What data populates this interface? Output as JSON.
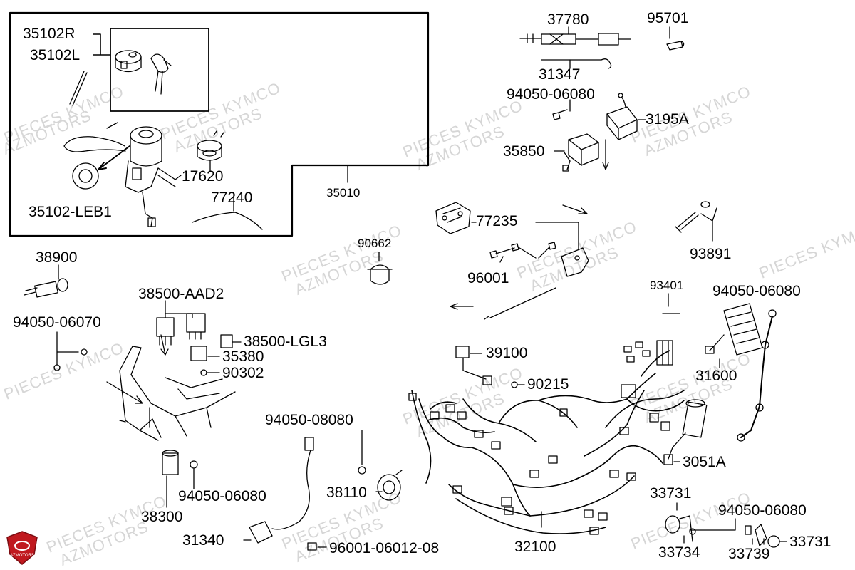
{
  "colors": {
    "logo_red": "#c0191f",
    "watermark": "#d6d6d6",
    "line": "#000000"
  },
  "watermarks": [
    "PIECES KYMCO",
    "AZMOTORS"
  ],
  "logo": {
    "text": "AZMOTORS",
    "icon": "shield-logo-icon"
  },
  "parts": {
    "p35102R": "35102R",
    "p35102L": "35102L",
    "p17620": "17620",
    "p35102LEB1": "35102-LEB1",
    "p77240": "77240",
    "p35010": "35010",
    "p37780": "37780",
    "p95701": "95701",
    "p31347": "31347",
    "p94050_06080_top": "94050-06080",
    "p3195A": "3195A",
    "p35850": "35850",
    "p77235": "77235",
    "p90662": "90662",
    "p96001": "96001",
    "p93891": "93891",
    "p38900": "38900",
    "p94050_06070": "94050-06070",
    "p38500AAD2": "38500-AAD2",
    "p38500LGL3": "38500-LGL3",
    "p35380": "35380",
    "p90302": "90302",
    "p93401": "93401",
    "p94050_06080_right": "94050-06080",
    "p39100": "39100",
    "p90215": "90215",
    "p31600": "31600",
    "p94050_08080": "94050-08080",
    "p38110": "38110",
    "p3051A": "3051A",
    "p94050_06080_left": "94050-06080",
    "p38300": "38300",
    "p31340": "31340",
    "p96001_06012_08": "96001-06012-08",
    "p32100": "32100",
    "p33731_a": "33731",
    "p94050_06080_br": "94050-06080",
    "p33734": "33734",
    "p33739": "33739",
    "p33731_b": "33731"
  }
}
